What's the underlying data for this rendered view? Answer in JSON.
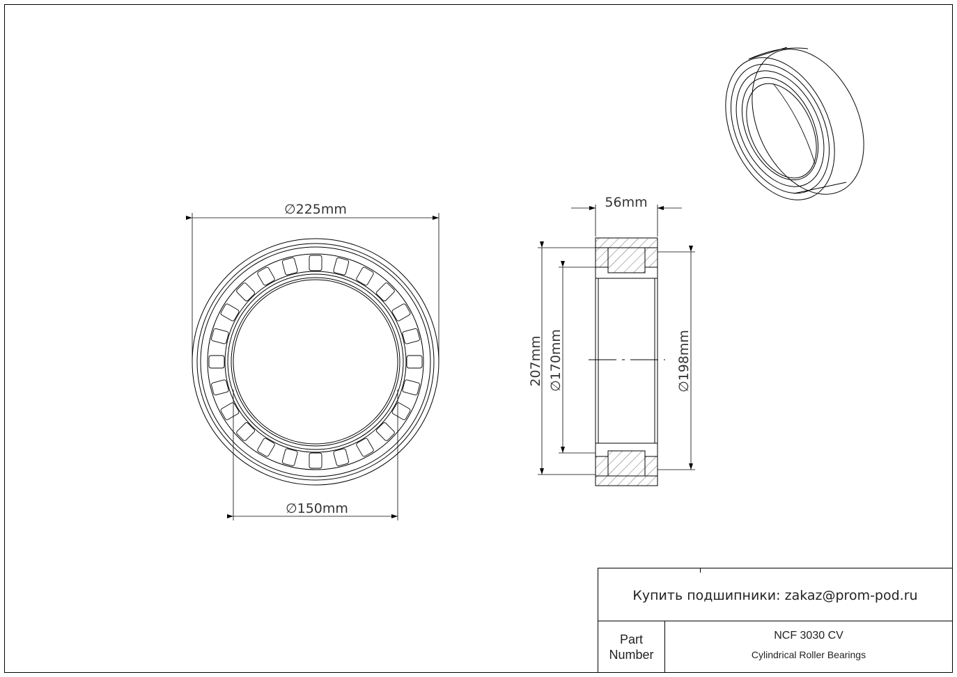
{
  "dimensions": {
    "outer_diameter": "225mm",
    "bore_diameter": "150mm",
    "width": "56mm",
    "outer_race_shoulder": "207mm",
    "inner_race_diameter": "170mm",
    "roller_pitch_diameter": "198mm",
    "diameter_symbol": "∅"
  },
  "title_block": {
    "contact": "Купить подшипники: zakaz@prom-pod.ru",
    "part_label_line1": "Part",
    "part_label_line2": "Number",
    "part_number": "NCF 3030 CV",
    "description": "Cylindrical Roller Bearings"
  }
}
